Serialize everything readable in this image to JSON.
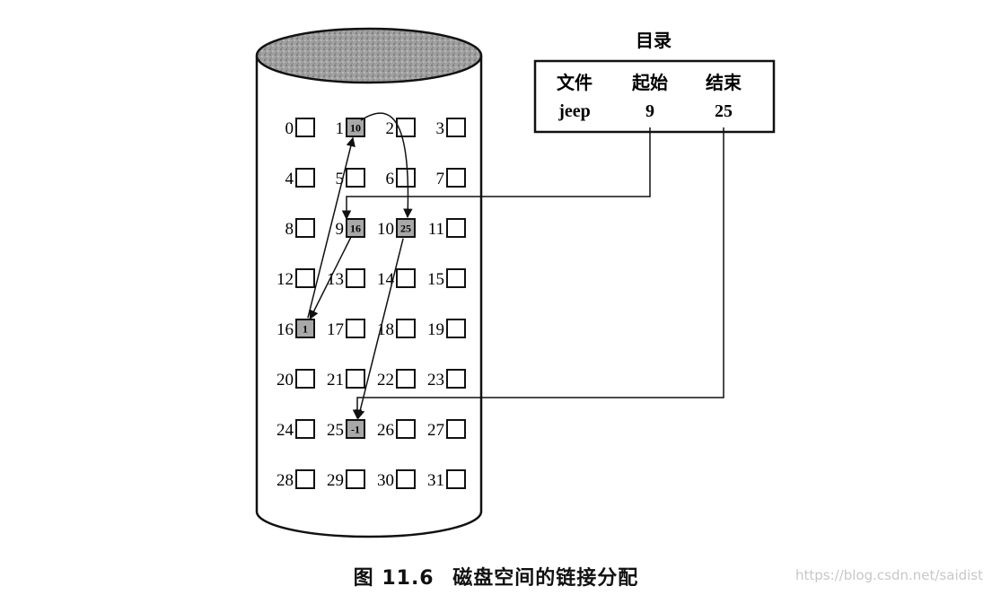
{
  "directory": {
    "title": "目录",
    "headers": [
      "文件",
      "起始",
      "结束"
    ],
    "row": [
      "jeep",
      "9",
      "25"
    ]
  },
  "blocks": {
    "count": 32,
    "columns": 4,
    "allocated": [
      {
        "block": 9,
        "value": "16"
      },
      {
        "block": 16,
        "value": "1"
      },
      {
        "block": 1,
        "value": "10"
      },
      {
        "block": 10,
        "value": "25"
      },
      {
        "block": 25,
        "value": "-1"
      }
    ],
    "chain": [
      9,
      16,
      1,
      10,
      25
    ]
  },
  "caption": {
    "figure": "图 11.6",
    "title": "磁盘空间的链接分配"
  },
  "watermark": "https://blog.csdn.net/saidist",
  "colors": {
    "ink": "#111111",
    "allocated_fill": "#a8a8a8",
    "cylinder_top": "#9a9a9a"
  }
}
